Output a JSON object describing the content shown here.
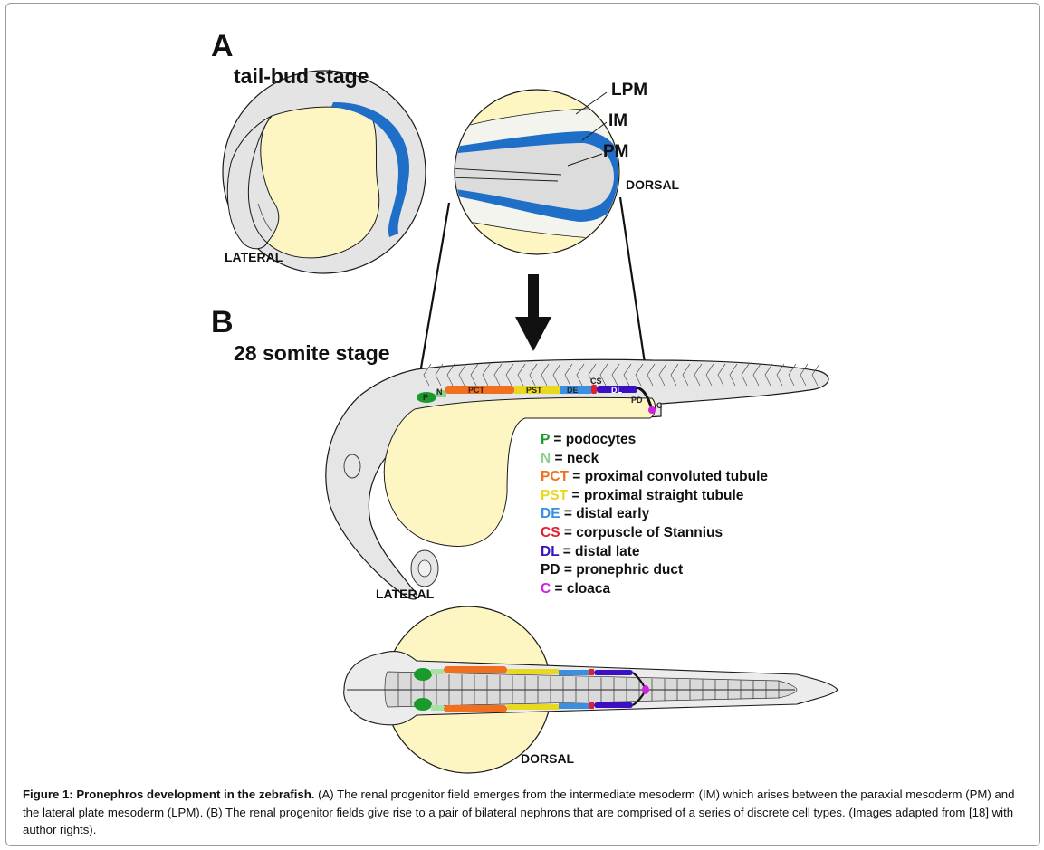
{
  "figure": {
    "panel_a": {
      "letter": "A",
      "stage": "tail-bud stage",
      "lateral_view_label": "LATERAL",
      "dorsal_view_label": "DORSAL",
      "regions": [
        {
          "abbr": "LPM",
          "name": "lateral plate mesoderm"
        },
        {
          "abbr": "IM",
          "name": "intermediate mesoderm",
          "color": "#1f6fc9"
        },
        {
          "abbr": "PM",
          "name": "paraxial mesoderm"
        }
      ]
    },
    "panel_b": {
      "letter": "B",
      "stage": "28 somite stage",
      "lateral_view_label": "LATERAL",
      "dorsal_view_label": "DORSAL",
      "segments": [
        {
          "abbr": "P",
          "name": "podocytes",
          "color": "#1a9a2a"
        },
        {
          "abbr": "N",
          "name": "neck",
          "color": "#8fcf8f"
        },
        {
          "abbr": "PCT",
          "name": "proximal convoluted tubule",
          "color": "#f07020"
        },
        {
          "abbr": "PST",
          "name": "proximal straight tubule",
          "color": "#e8d820"
        },
        {
          "abbr": "DE",
          "name": "distal early",
          "color": "#3a8fe0"
        },
        {
          "abbr": "CS",
          "name": "corpuscle of Stannius",
          "color": "#e02030"
        },
        {
          "abbr": "DL",
          "name": "distal late",
          "color": "#3a10c0"
        },
        {
          "abbr": "PD",
          "name": "pronephric duct",
          "color": "#111111"
        },
        {
          "abbr": "C",
          "name": "cloaca",
          "color": "#d020e0"
        }
      ],
      "legend_separator": " = "
    }
  },
  "caption": {
    "title": "Figure 1: Pronephros development in the zebrafish.",
    "body": " (A) The renal progenitor field emerges from the intermediate mesoderm (IM) which arises between the paraxial mesoderm (PM) and the lateral plate mesoderm (LPM). (B) The renal progenitor fields give rise to a pair of bilateral nephrons that are comprised of a series of discrete cell types. (Images adapted from [18] with author rights)."
  },
  "colors": {
    "yolk": "#fdf6c3",
    "tissue": "#e6e6e6",
    "tissue_light": "#f2f2ee",
    "im_blue": "#1f6fc9",
    "outline": "#1a1a1a"
  }
}
